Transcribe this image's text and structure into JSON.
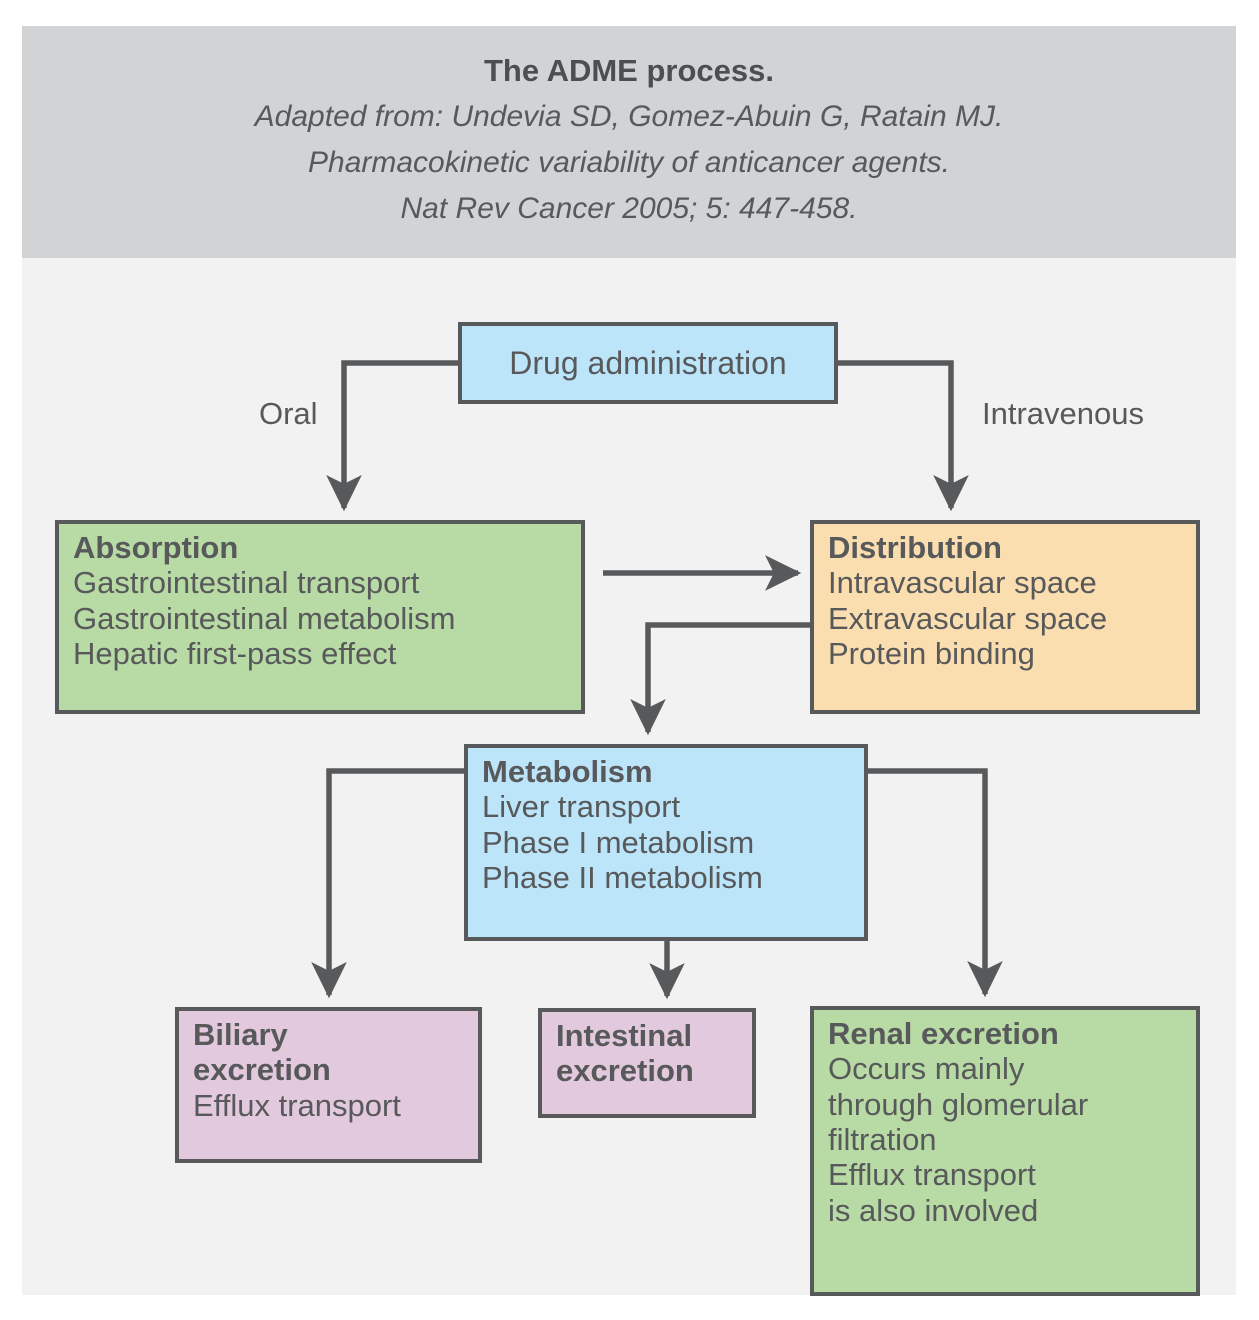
{
  "caption": {
    "title": "The ADME process.",
    "line2": "Adapted from: Undevia SD, Gomez-Abuin G, Ratain MJ.",
    "line3": "Pharmacokinetic variability of anticancer agents.",
    "line4": "Nat Rev Cancer 2005; 5: 447-458."
  },
  "colors": {
    "page_background": "#ffffff",
    "caption_band": "#d1d3d4",
    "figure_background": "#f2f2f2",
    "stroke": "#58595b",
    "text": "#58595b",
    "blue_node": "#bde5fa",
    "green_node": "#b8dba5",
    "orange_node": "#fbdeaf",
    "pink_node": "#e2c9dd"
  },
  "nodes": {
    "drug_administration": {
      "heading": "",
      "lines": [
        "Drug administration"
      ],
      "color": "#bde5fa"
    },
    "absorption": {
      "heading": "Absorption",
      "lines": [
        "Gastrointestinal transport",
        "Gastrointestinal metabolism",
        "Hepatic first-pass effect"
      ],
      "color": "#b8dba5"
    },
    "distribution": {
      "heading": "Distribution",
      "lines": [
        "Intravascular space",
        "Extravascular space",
        "Protein binding"
      ],
      "color": "#fbdeaf"
    },
    "metabolism": {
      "heading": "Metabolism",
      "lines": [
        "Liver transport",
        "Phase I metabolism",
        "Phase II metabolism"
      ],
      "color": "#bde5fa"
    },
    "biliary_excretion": {
      "heading_line1": "Biliary",
      "heading_line2": "excretion",
      "lines": [
        "Efflux transport"
      ],
      "color": "#e2c9dd"
    },
    "intestinal_excretion": {
      "heading_line1": "Intestinal",
      "heading_line2": "excretion",
      "lines": [],
      "color": "#e2c9dd"
    },
    "renal_excretion": {
      "heading": "Renal excretion",
      "lines": [
        "Occurs mainly",
        "through glomerular",
        "filtration",
        "Efflux transport",
        "is also involved"
      ],
      "color": "#b8dba5"
    }
  },
  "edge_labels": {
    "oral": "Oral",
    "intravenous": "Intravenous"
  },
  "edges": [
    {
      "from": "drug_administration",
      "to": "absorption",
      "label": "Oral"
    },
    {
      "from": "drug_administration",
      "to": "distribution",
      "label": "Intravenous"
    },
    {
      "from": "absorption",
      "to": "distribution",
      "label": ""
    },
    {
      "from": "distribution",
      "to": "metabolism",
      "label": ""
    },
    {
      "from": "metabolism",
      "to": "biliary_excretion",
      "label": ""
    },
    {
      "from": "metabolism",
      "to": "intestinal_excretion",
      "label": ""
    },
    {
      "from": "metabolism",
      "to": "renal_excretion",
      "label": ""
    }
  ]
}
